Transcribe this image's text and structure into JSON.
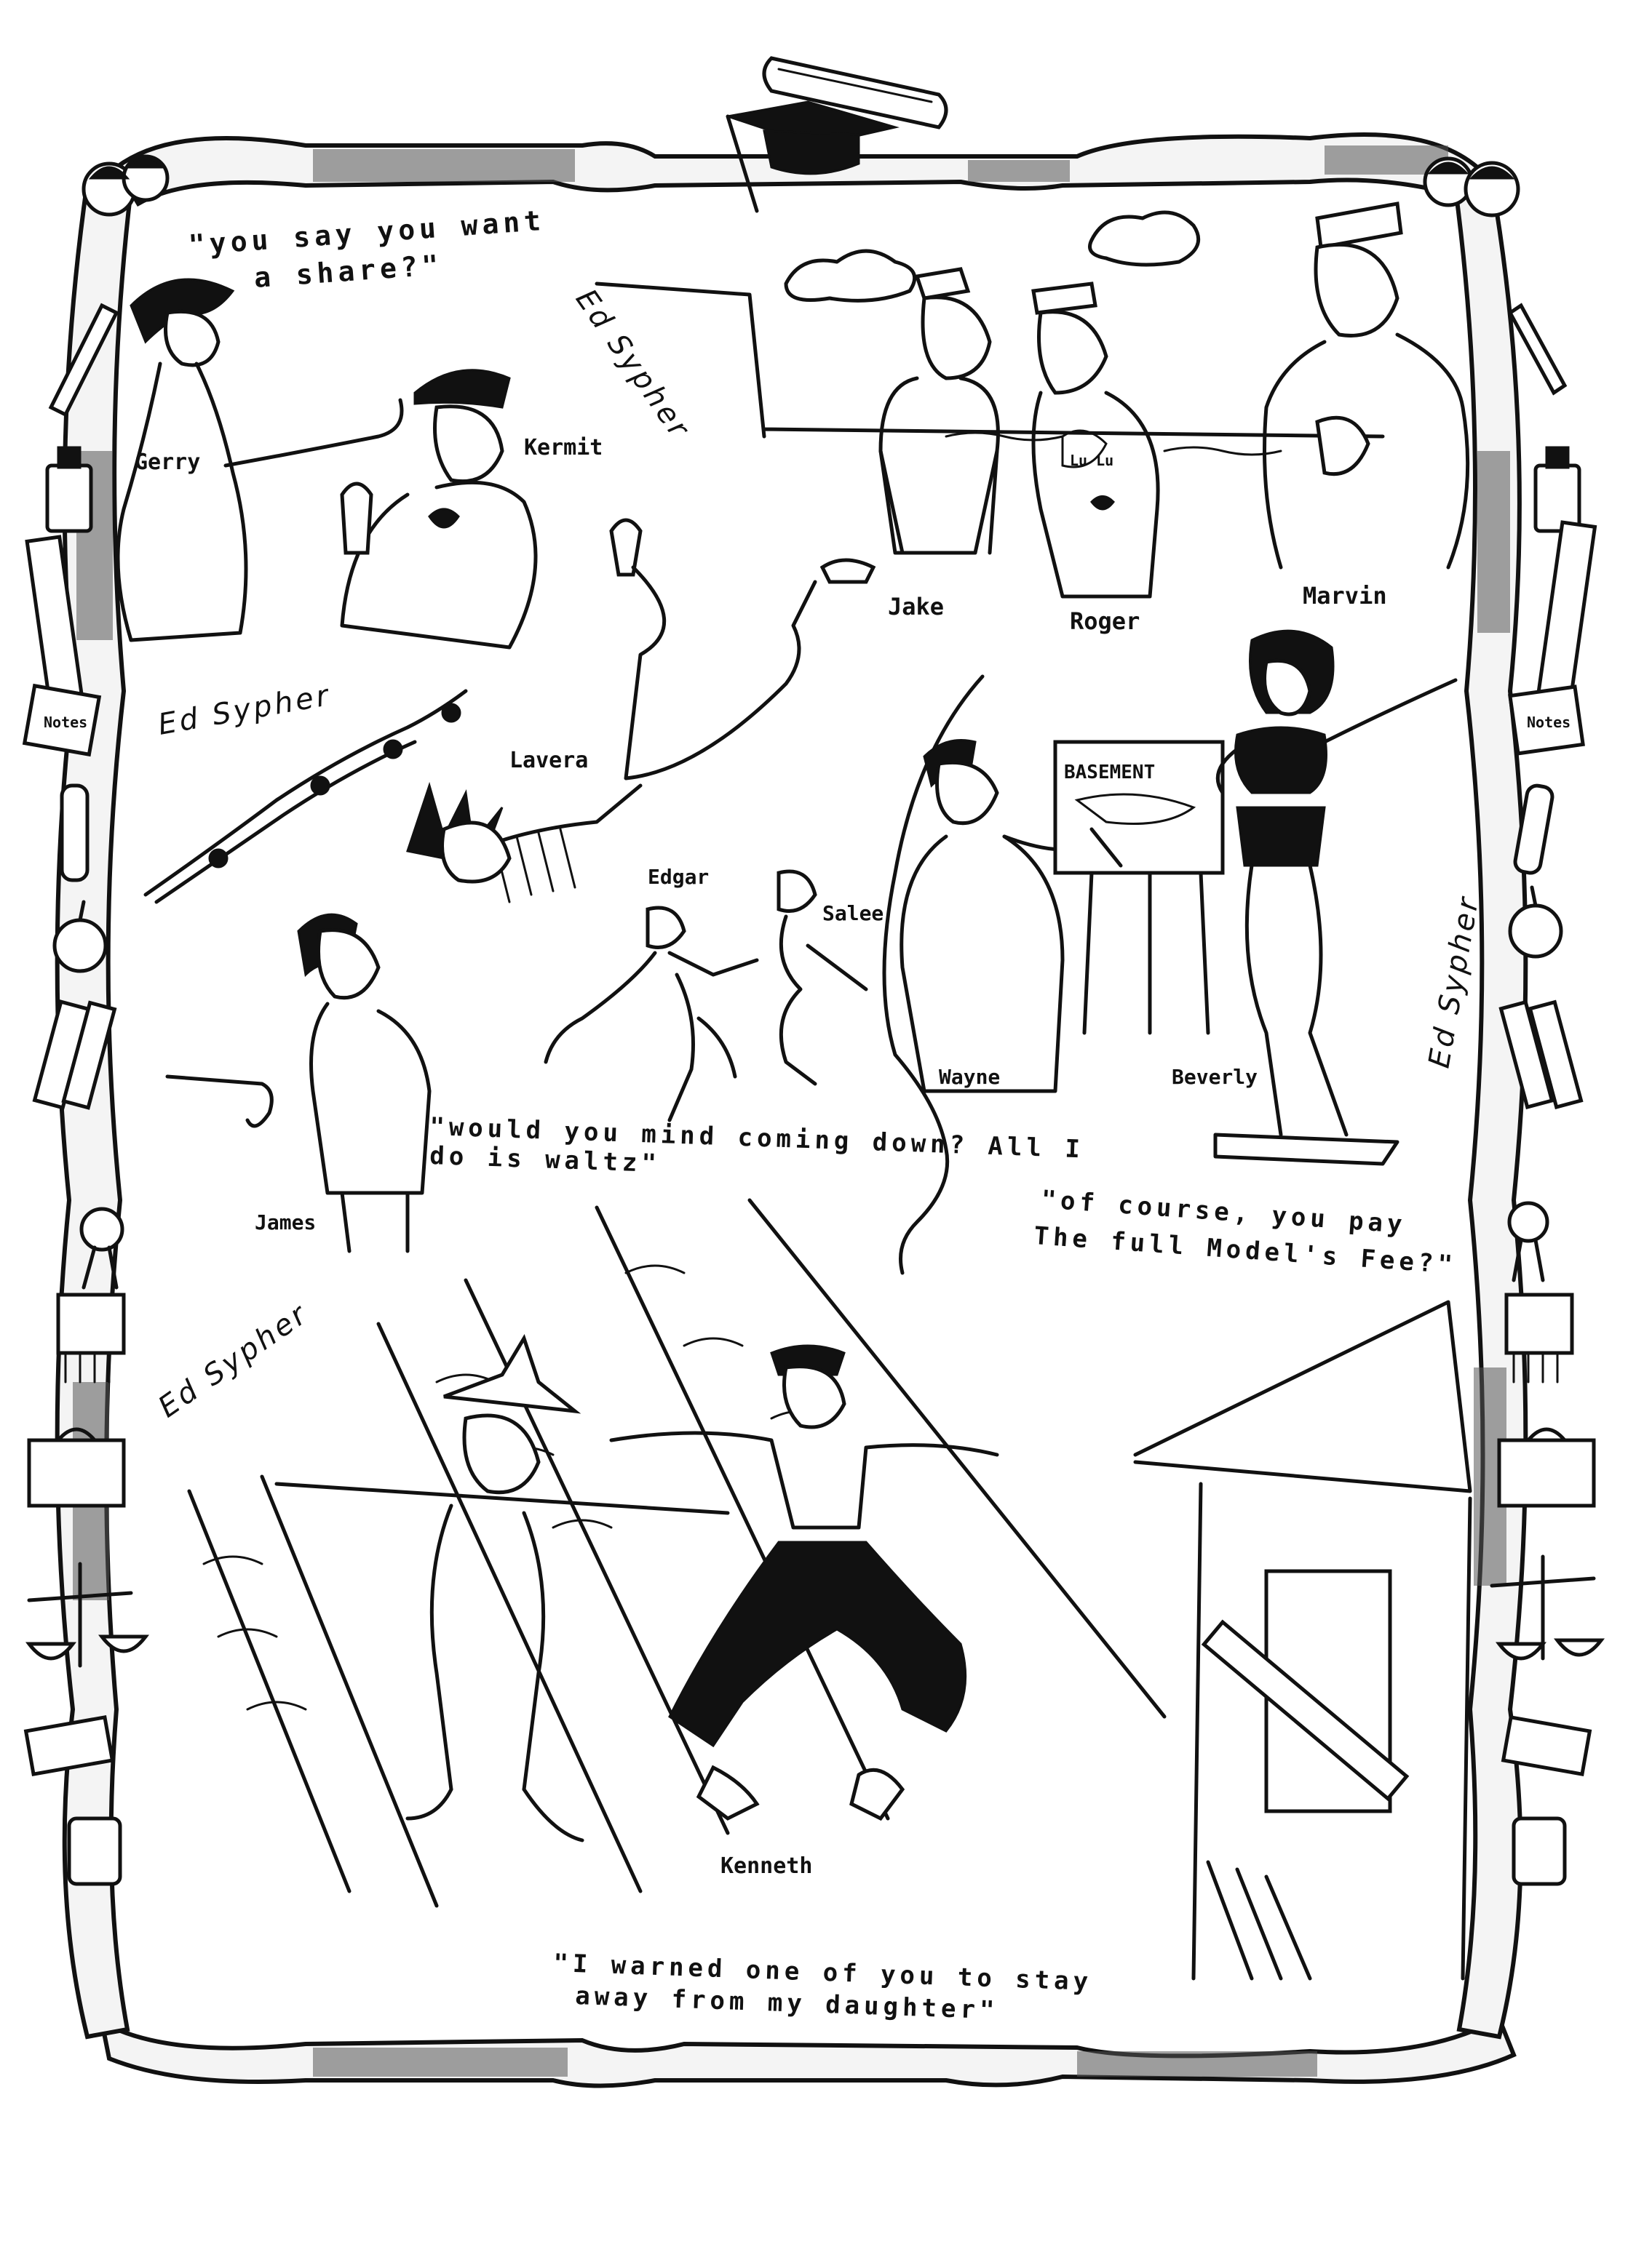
{
  "border": {
    "icons": [
      "acorn-icon",
      "pencil-icon",
      "ink-bottle-icon",
      "ruler-icon",
      "notes-pad-icon",
      "test-tube-icon",
      "apple-icon",
      "books-icon",
      "ribbon-award-icon",
      "chalk-eraser-icon",
      "lunchbox-icon",
      "scales-icon",
      "broom-icon",
      "jar-icon",
      "diploma-scroll-icon",
      "mortarboard-icon"
    ],
    "notes_left": "Notes",
    "notes_right": "Notes"
  },
  "panel_share": {
    "caption_line1": "\"you say you want",
    "caption_line2": "a share?\"",
    "names": [
      "Gerry",
      "Kermit"
    ],
    "signature": "Ed Sypher"
  },
  "panel_sailors": {
    "signature": "Ed Sypher",
    "names": [
      "Jake",
      "Roger",
      "Marvin"
    ],
    "tattoo_text": "Lu Lu"
  },
  "panel_waltz": {
    "names": [
      "Lavera",
      "Edgar",
      "Salee",
      "James"
    ],
    "caption_line1": "\"would you mind coming down? All I",
    "caption_line2": "do is waltz\""
  },
  "panel_model": {
    "easel_sign": "BASEMENT",
    "names": [
      "Wayne",
      "Beverly"
    ],
    "signature": "Ed Sypher",
    "caption_line1": "\"of course, you pay",
    "caption_line2": "The full Model's Fee?\""
  },
  "panel_field": {
    "signature": "Ed Sypher",
    "names": [
      "Kenneth"
    ],
    "caption_line1": "\"I warned one of you to stay",
    "caption_line2": "away from my daughter\""
  }
}
